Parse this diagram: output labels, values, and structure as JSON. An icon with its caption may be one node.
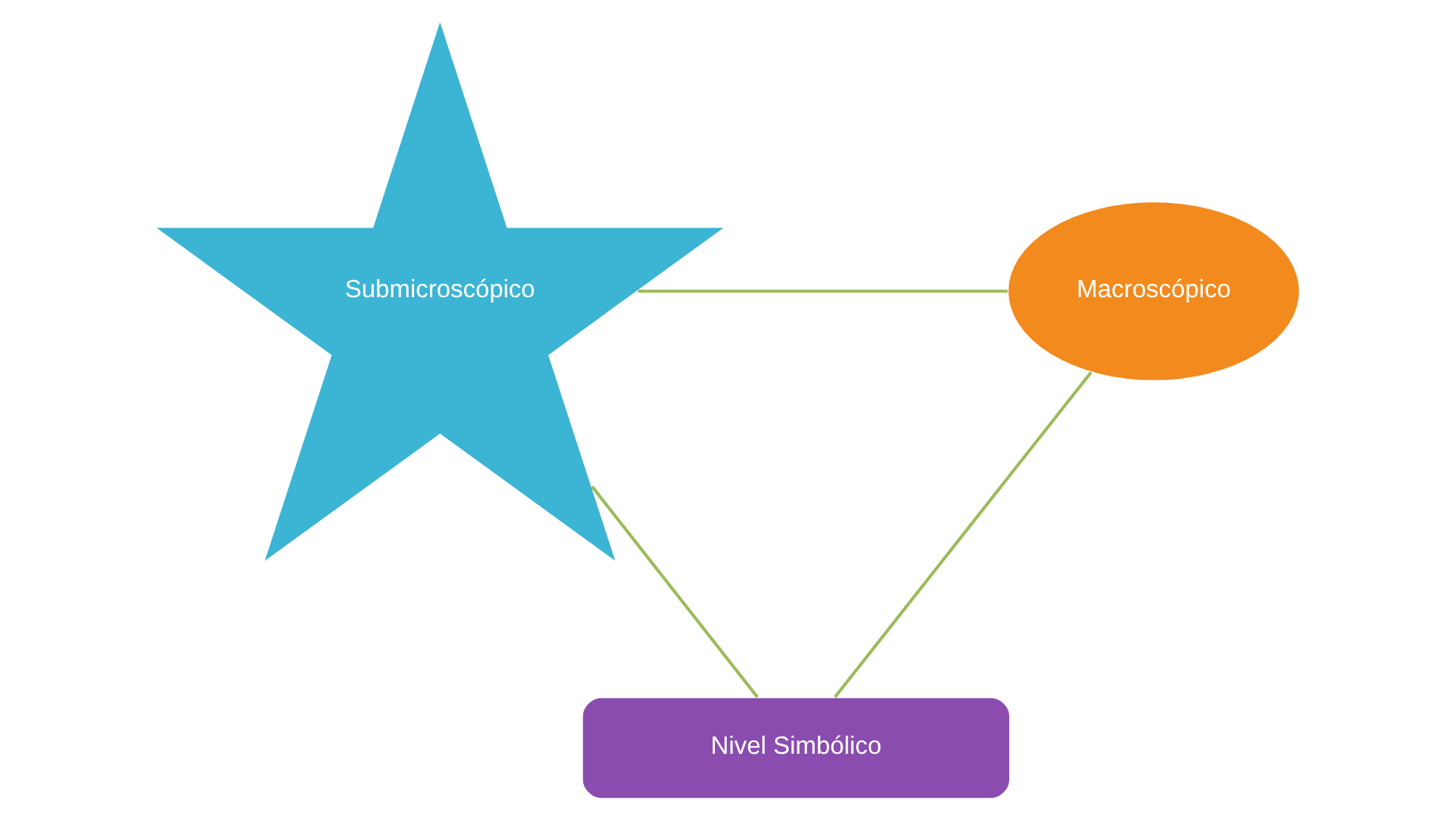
{
  "diagram": {
    "nodes": [
      {
        "text": [
          "Submicroscópico"
        ]
      },
      {
        "text": [
          "Macroscópico"
        ]
      },
      {
        "text": [
          "Nivel Simbólico"
        ]
      }
    ],
    "edges": [
      {
        "from": 0,
        "to": 1,
        "arrow": "none"
      },
      {
        "from": 1,
        "to": 2,
        "arrow": "none"
      },
      {
        "from": 0,
        "to": 2,
        "arrow": "none"
      }
    ]
  }
}
